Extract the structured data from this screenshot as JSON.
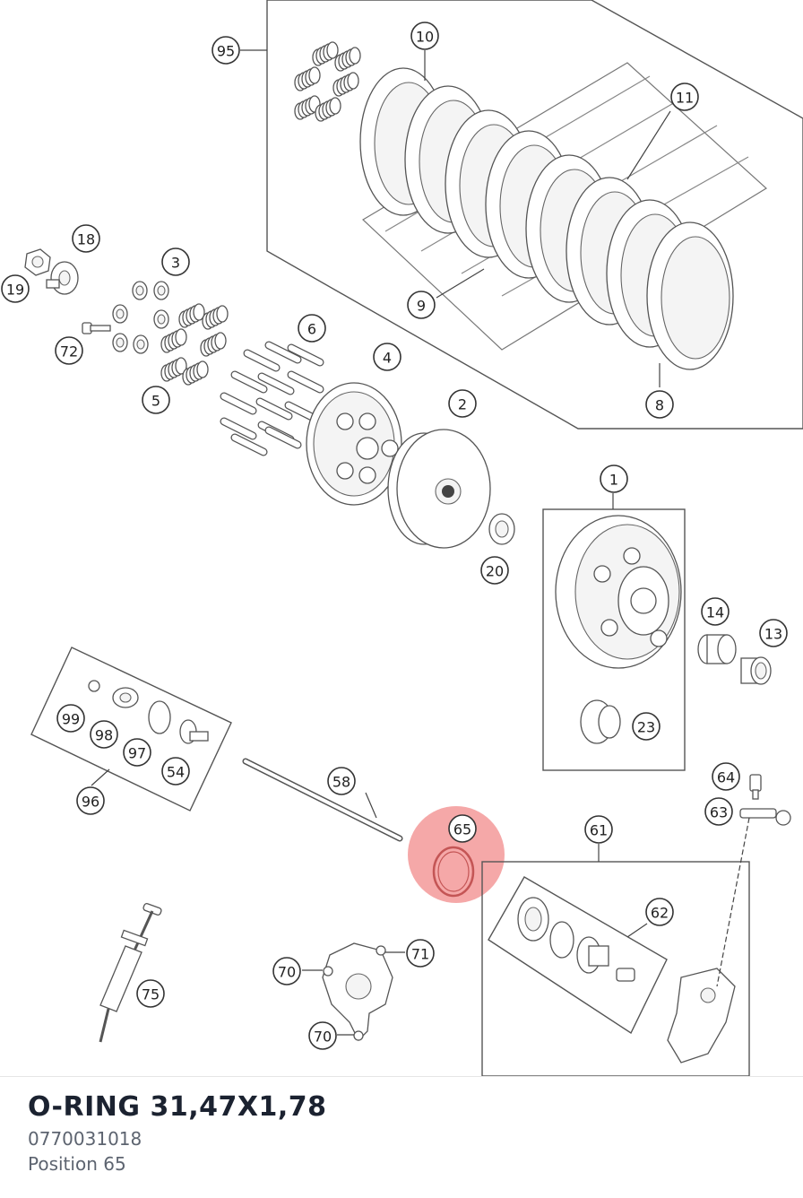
{
  "part": {
    "name": "O-RING 31,47X1,78",
    "number": "0770031018",
    "position": "Position 65"
  },
  "diagram": {
    "highlight_color": "#f28b8b",
    "callouts": [
      "95",
      "10",
      "11",
      "9",
      "8",
      "18",
      "19",
      "3",
      "72",
      "5",
      "6",
      "4",
      "2",
      "20",
      "1",
      "14",
      "13",
      "23",
      "99",
      "98",
      "97",
      "54",
      "96",
      "58",
      "65",
      "61",
      "64",
      "63",
      "62",
      "75",
      "70",
      "71",
      "70"
    ]
  }
}
